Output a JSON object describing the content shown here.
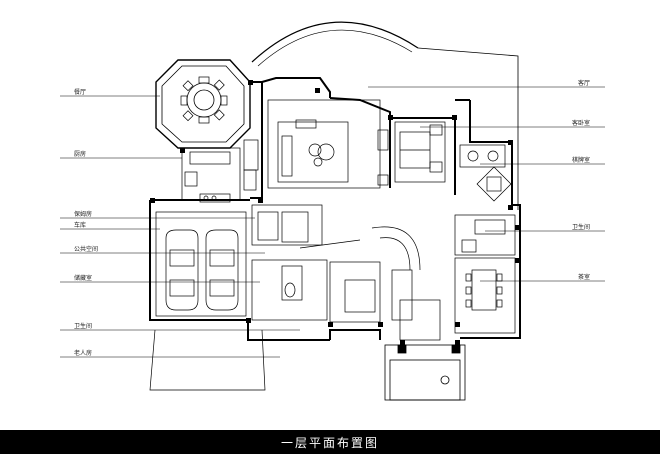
{
  "labels_left": {
    "dining": "餐厅",
    "kitchen": "厨房",
    "nanny": "保姆房",
    "garage": "车库",
    "public_space": "公共空间",
    "storage": "储藏室",
    "bathroom": "卫生间",
    "elder_room": "老人房"
  },
  "labels_right": {
    "living": "客厅",
    "guest_bedroom": "客卧室",
    "chess_room": "棋牌室",
    "bathroom": "卫生间",
    "tea_room": "茶室"
  },
  "title": "一层平面布置图"
}
